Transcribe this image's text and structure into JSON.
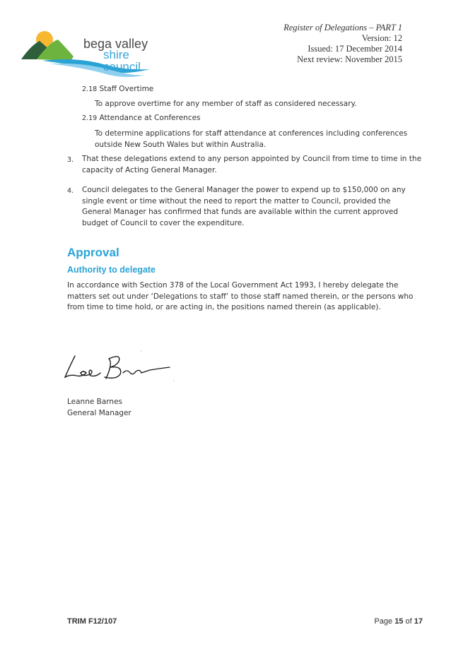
{
  "logo": {
    "line1": "bega valley",
    "line2": "shire council"
  },
  "header": {
    "title": "Register of Delegations – PART 1",
    "version": "Version: 12",
    "issued": "Issued: 17 December 2014",
    "next_review": "Next review: November 2015"
  },
  "body": {
    "s218_num": "2.18",
    "s218_title": "Staff Overtime",
    "s218_text": "To approve overtime for any member of staff as considered necessary.",
    "s219_num": "2.19",
    "s219_title": "Attendance at Conferences",
    "s219_text_1": "To determine applications for staff attendance at conferences including conferences",
    "s219_text_2": "outside New South Wales but within Australia.",
    "item3_num": "3.",
    "item3_line1": "That these delegations extend to any person appointed by Council from time to time in the",
    "item3_line2": "capacity of Acting General Manager.",
    "item4_num": "4.",
    "item4_line1": "Council delegates to the General Manager the power to expend up to $150,000 on any",
    "item4_line2": "single event or time without the need to report the matter to Council, provided the",
    "item4_line3": "General Manager has confirmed that funds are available within the current approved",
    "item4_line4": "budget of Council to cover the expenditure."
  },
  "approval": {
    "heading": "Approval",
    "subheading": "Authority to delegate",
    "line1": "In accordance with Section 378 of the Local Government Act 1993, I hereby delegate the",
    "line2": "matters set out under ‘Delegations to staff’ to those staff named therein, or the persons who",
    "line3": "from time to time hold, or are acting in, the positions named therein (as applicable).",
    "signatory_name": "Leanne Barnes",
    "signatory_title": "General Manager"
  },
  "footer": {
    "trim": "TRIM F12/107",
    "page_word": "Page",
    "page_current": "15",
    "page_of": "of",
    "page_total": "17"
  },
  "colors": {
    "accent_blue": "#29a3d5",
    "logo_dark_green": "#2e5e3a",
    "logo_green": "#6cb33f",
    "logo_yellow": "#f7b731",
    "text": "#333333"
  }
}
